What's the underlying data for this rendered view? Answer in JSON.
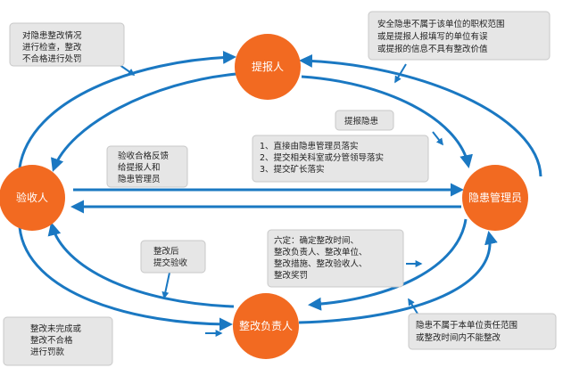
{
  "colors": {
    "node": "#f26a21",
    "arrow": "#1a78c2",
    "note_bg": "#e6e6e6",
    "note_border": "#c8c8c8",
    "text": "#222222"
  },
  "nodes": {
    "reporter": "提报人",
    "manager": "隐患管理员",
    "responsible": "整改负责人",
    "acceptor": "验收人"
  },
  "notes": {
    "inspection": [
      "对隐患整改情况",
      "进行检查，整改",
      "不合格进行处罚"
    ],
    "out_of_scope": [
      "安全隐患不属于该单位的职权范围",
      "或是提报人报填写的单位有误",
      "或提报的信息不具有整改价值"
    ],
    "report_label": [
      "提报隐患"
    ],
    "assignment": [
      "1、直接由隐患管理员落实",
      "2、提交相关科室或分管领导落实",
      "3、提交矿长落实"
    ],
    "acceptance_feedback": [
      "验收合格反馈",
      "给提报人和",
      "隐患管理员"
    ],
    "six_fixed": [
      "六定：确定整改时间、",
      "整改负责人、整改单位、",
      "整改措施、整改验收人、",
      "整改奖罚"
    ],
    "submit_acceptance": [
      "整改后",
      "提交验收"
    ],
    "not_completed": [
      "整改未完成或",
      "整改不合格",
      "进行罚款"
    ],
    "not_responsible": [
      "隐患不属于本单位责任范围",
      "或整改时间内不能整改"
    ]
  }
}
